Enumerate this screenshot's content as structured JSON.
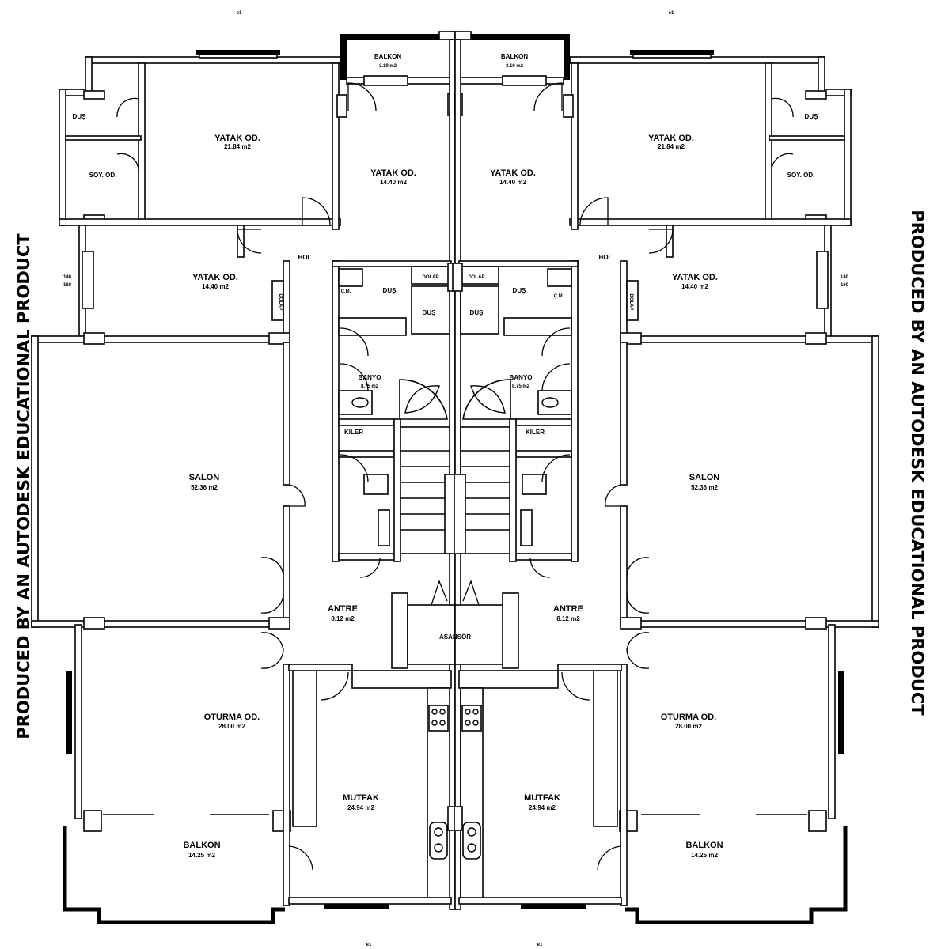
{
  "watermark": {
    "left": "PRODUCED BY AN AUTODESK EDUCATIONAL PRODUCT",
    "right": "PRODUCED BY AN AUTODESK EDUCATIONAL PRODUCT"
  },
  "rooms": {
    "left": {
      "master_bedroom": {
        "name": "YATAK OD.",
        "area": "21.84 m2"
      },
      "shower": {
        "name": "DUŞ"
      },
      "dressing": {
        "name": "SOY. OD."
      },
      "balcony_top": {
        "name": "BALKON",
        "area": "3.19 m2"
      },
      "bedroom_top": {
        "name": "YATAK OD.",
        "area": "14.40 m2"
      },
      "hall": {
        "name": "HOL"
      },
      "bedroom_side": {
        "name": "YATAK OD.",
        "area": "14.40 m2"
      },
      "laundry": {
        "name": "Ç.M."
      },
      "shower_small": {
        "name": "DUŞ"
      },
      "closet": {
        "name": "DOLAP"
      },
      "closet_side": {
        "name": "DOLAP"
      },
      "shower_center": {
        "name": "DUŞ"
      },
      "bathroom": {
        "name": "BANYO",
        "area": "8.75 m2"
      },
      "pantry": {
        "name": "KİLER"
      },
      "living": {
        "name": "SALON",
        "area": "52.36 m2"
      },
      "entry": {
        "name": "ANTRE",
        "area": "8.12 m2"
      },
      "sitting": {
        "name": "OTURMA OD.",
        "area": "28.00 m2"
      },
      "kitchen": {
        "name": "MUTFAK",
        "area": "24.94 m2"
      },
      "balcony_bottom": {
        "name": "BALKON",
        "area": "14.25 m2"
      }
    },
    "right": {
      "master_bedroom": {
        "name": "YATAK OD.",
        "area": "21.84 m2"
      },
      "shower": {
        "name": "DUŞ"
      },
      "dressing": {
        "name": "SOY. OD."
      },
      "balcony_top": {
        "name": "BALKON",
        "area": "3.19 m2"
      },
      "bedroom_top": {
        "name": "YATAK OD.",
        "area": "14.40 m2"
      },
      "hall": {
        "name": "HOL"
      },
      "bedroom_side": {
        "name": "YATAK OD.",
        "area": "14.40 m2"
      },
      "laundry": {
        "name": "Ç.M."
      },
      "shower_small": {
        "name": "DUŞ"
      },
      "closet": {
        "name": "DOLAP"
      },
      "closet_side": {
        "name": "DOLAP"
      },
      "shower_center": {
        "name": "DUŞ"
      },
      "bathroom": {
        "name": "BANYO",
        "area": "8.75 m2"
      },
      "pantry": {
        "name": "KİLER"
      },
      "living": {
        "name": "SALON",
        "area": "52.36 m2"
      },
      "entry": {
        "name": "ANTRE",
        "area": "8.12 m2"
      },
      "sitting": {
        "name": "OTURMA OD.",
        "area": "28.00 m2"
      },
      "kitchen": {
        "name": "MUTFAK",
        "area": "24.94 m2"
      },
      "balcony_bottom": {
        "name": "BALKON",
        "area": "14.25 m2"
      }
    },
    "core": {
      "elevator": {
        "name": "ASANSÖR"
      }
    }
  },
  "window_tags": {
    "code": "e1",
    "side_width": "140",
    "side_height": "160"
  }
}
